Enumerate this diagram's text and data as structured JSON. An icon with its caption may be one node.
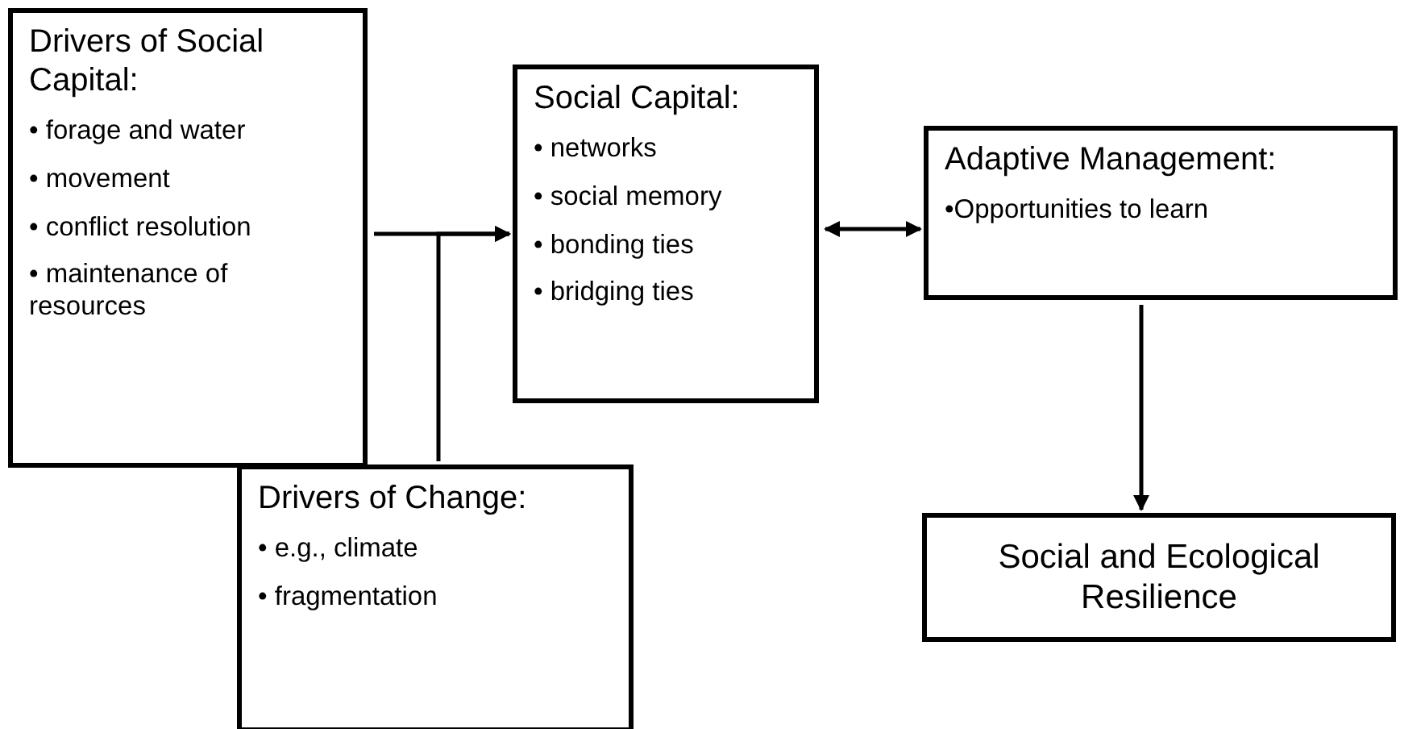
{
  "diagram": {
    "nodes": [
      {
        "text": [
          "Drivers of Social Capital:",
          "• forage and water",
          "• movement",
          "• conflict resolution",
          "• maintenance of resources"
        ]
      },
      {
        "text": [
          "Social Capital:",
          "• networks",
          "• social memory",
          "• bonding ties",
          "• bridging ties"
        ]
      },
      {
        "text": [
          "Adaptive Management:",
          "•Opportunities to learn"
        ]
      },
      {
        "text": [
          "Drivers of Change:",
          "• e.g., climate",
          "• fragmentation"
        ]
      },
      {
        "text": [
          "Social and Ecological Resilience"
        ]
      }
    ],
    "edges": [
      {
        "from": 0,
        "to": 1,
        "arrow": "to"
      },
      {
        "from": 3,
        "to": 1,
        "arrow": "to"
      },
      {
        "from": 1,
        "to": 2,
        "arrow": "both"
      },
      {
        "from": 2,
        "to": 4,
        "arrow": "to"
      }
    ]
  }
}
